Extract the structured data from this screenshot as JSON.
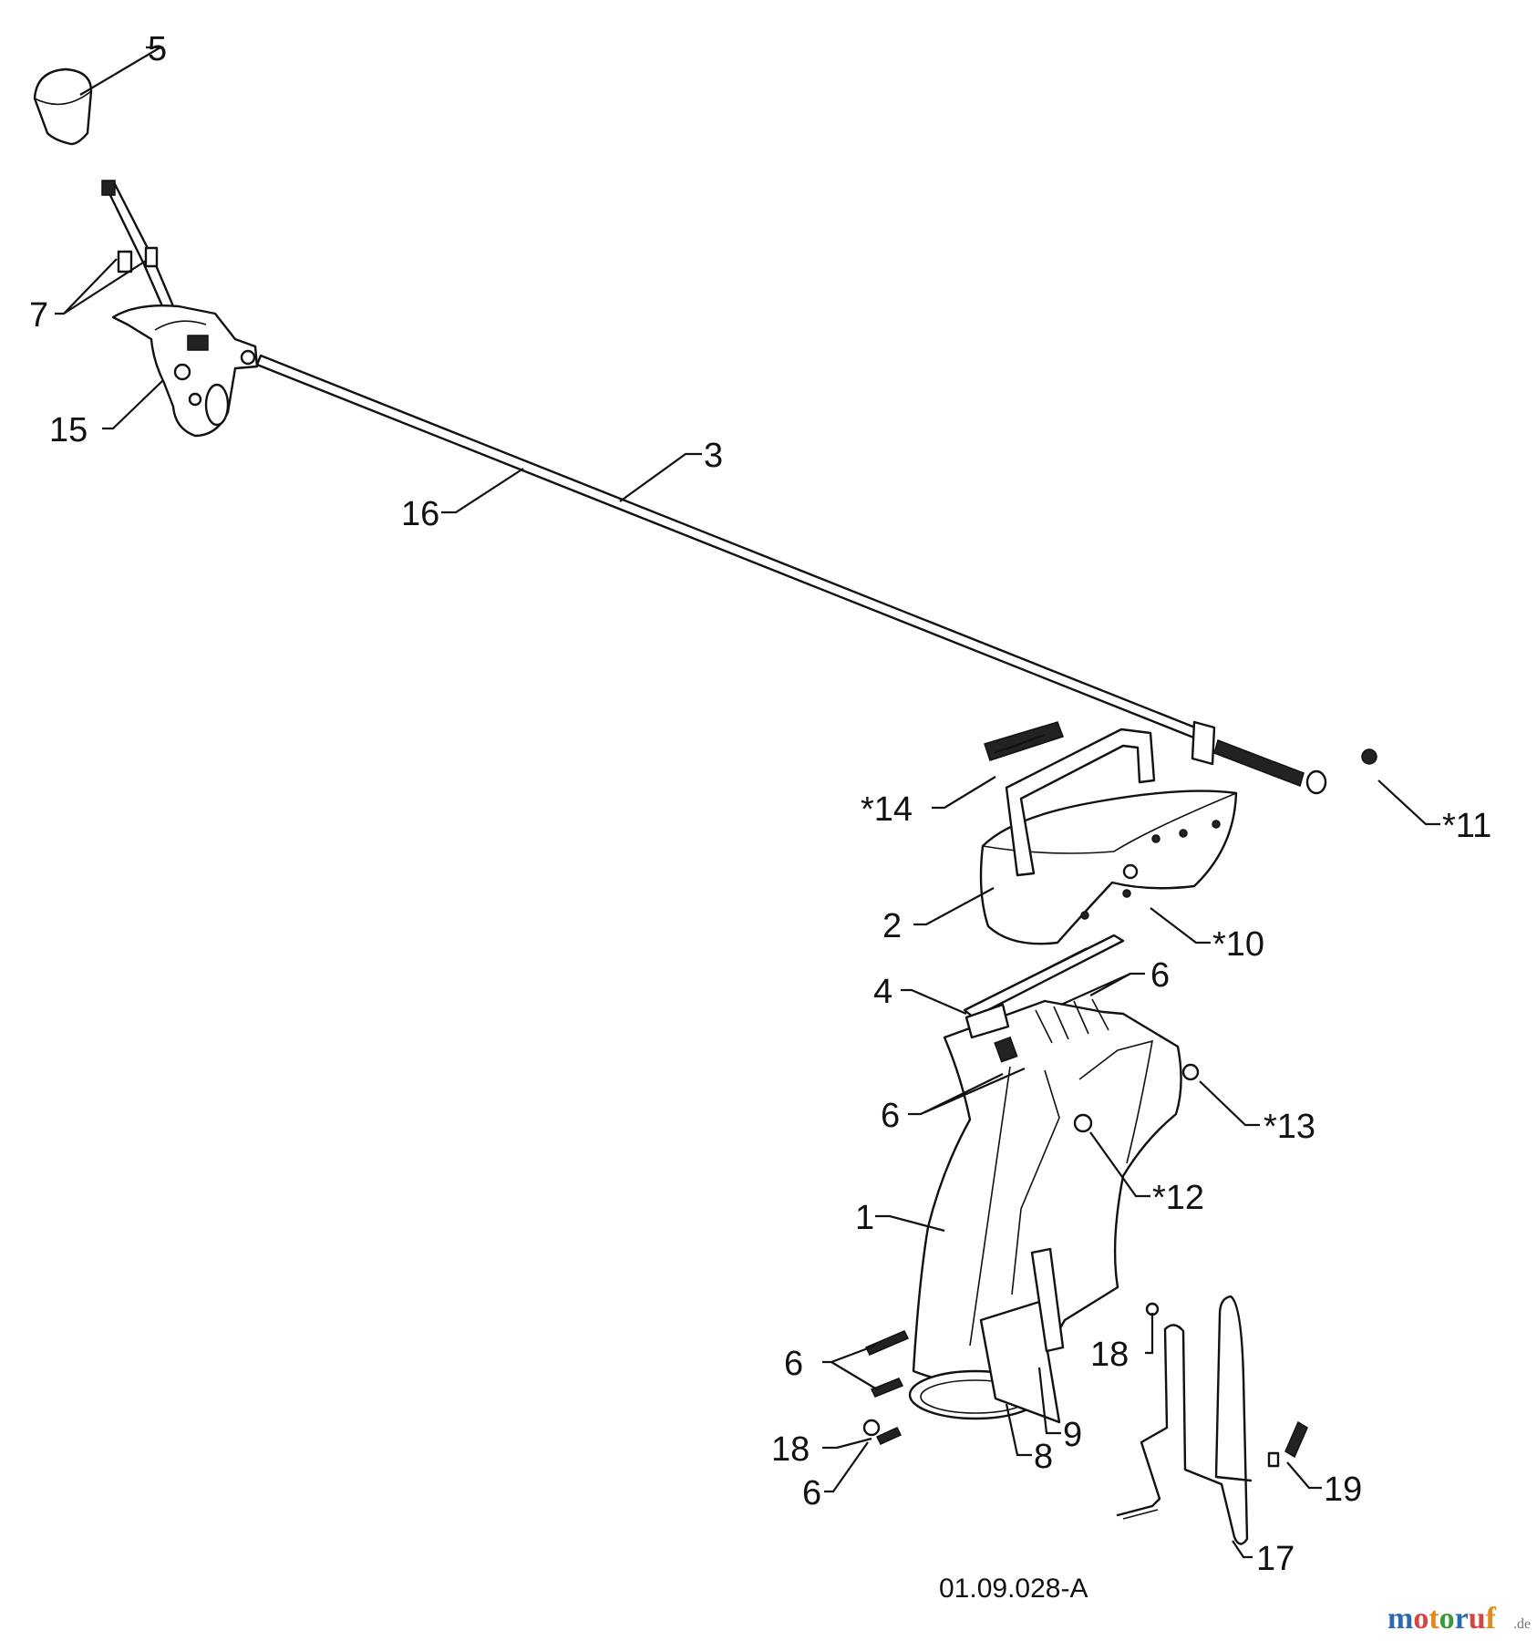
{
  "diagram": {
    "drawing_code": "01.09.028-A",
    "labels": [
      "5",
      "7",
      "15",
      "16",
      "3",
      "*14",
      "*11",
      "2",
      "*10",
      "4",
      "6",
      "6",
      "*13",
      "*12",
      "1",
      "6",
      "18",
      "18",
      "6",
      "9",
      "8",
      "19",
      "17"
    ]
  },
  "watermark": {
    "text": "motoruf",
    "suffix": ".de",
    "colors": [
      "#2b6cb0",
      "#d64541",
      "#e08b1b",
      "#3a9a3a"
    ]
  }
}
